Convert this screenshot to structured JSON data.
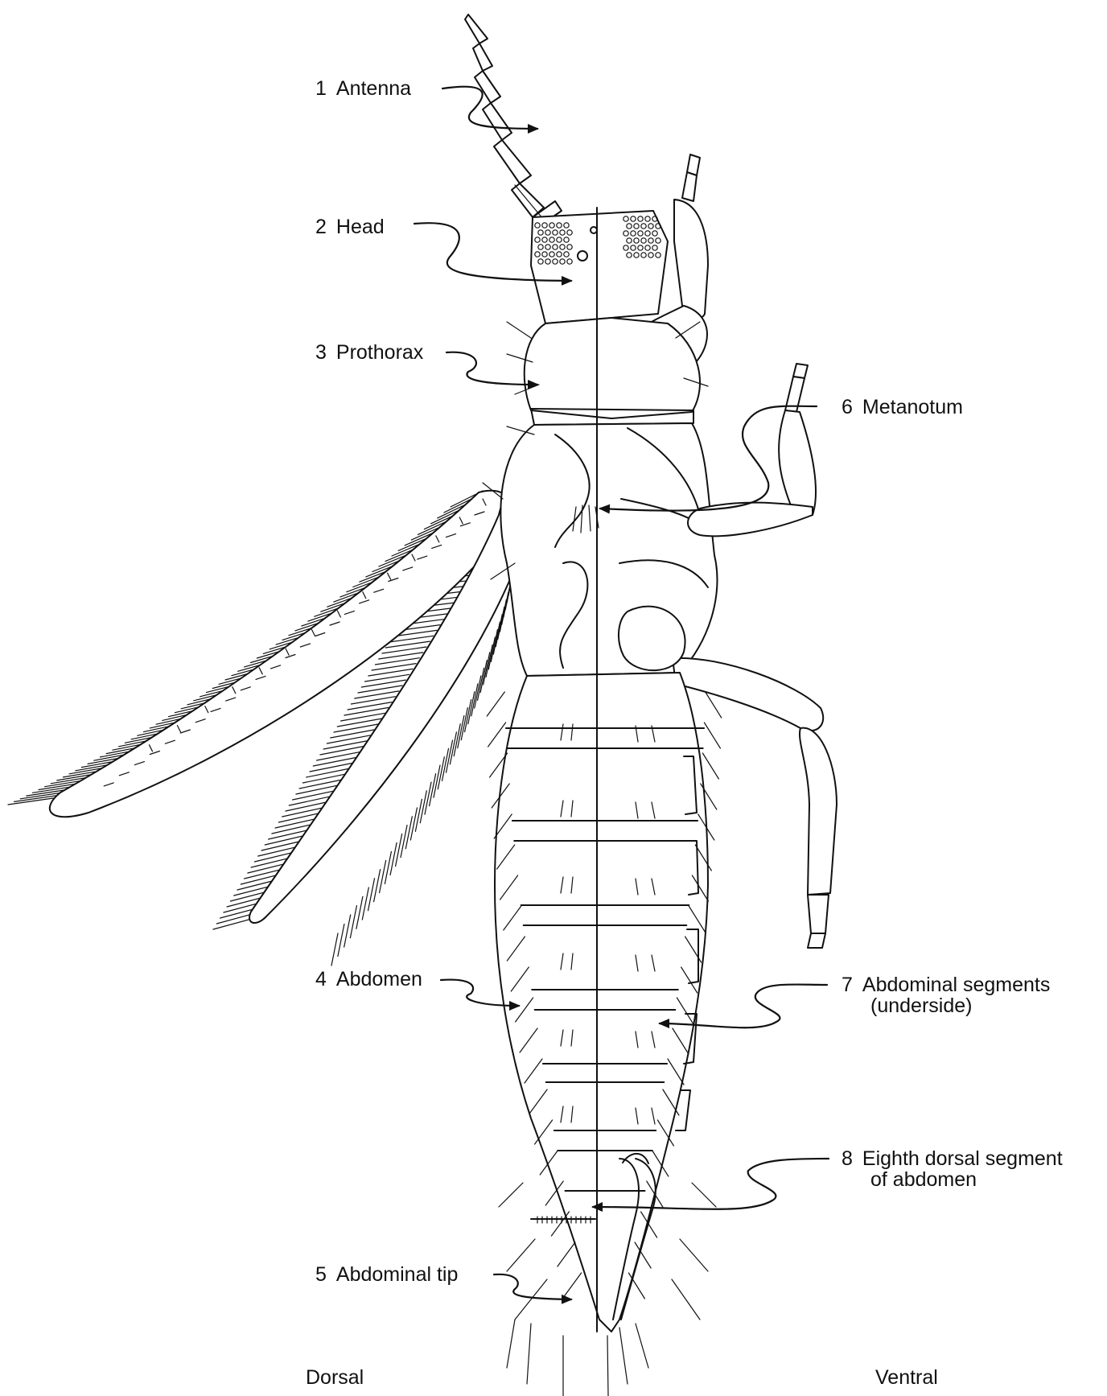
{
  "labels": [
    {
      "number": "1",
      "text": "Antenna"
    },
    {
      "number": "2",
      "text": "Head"
    },
    {
      "number": "3",
      "text": "Prothorax"
    },
    {
      "number": "4",
      "text": "Abdomen"
    },
    {
      "number": "5",
      "text": "Abdominal tip"
    },
    {
      "number": "6",
      "text": "Metanotum"
    },
    {
      "number": "7",
      "text": "Abdominal segments",
      "text2": "(underside)"
    },
    {
      "number": "8",
      "text": "Eighth dorsal segment",
      "text2": "of abdomen"
    }
  ],
  "views": {
    "left": "Dorsal",
    "right": "Ventral"
  },
  "colors": {
    "ink": "#111111",
    "paper": "#ffffff"
  }
}
